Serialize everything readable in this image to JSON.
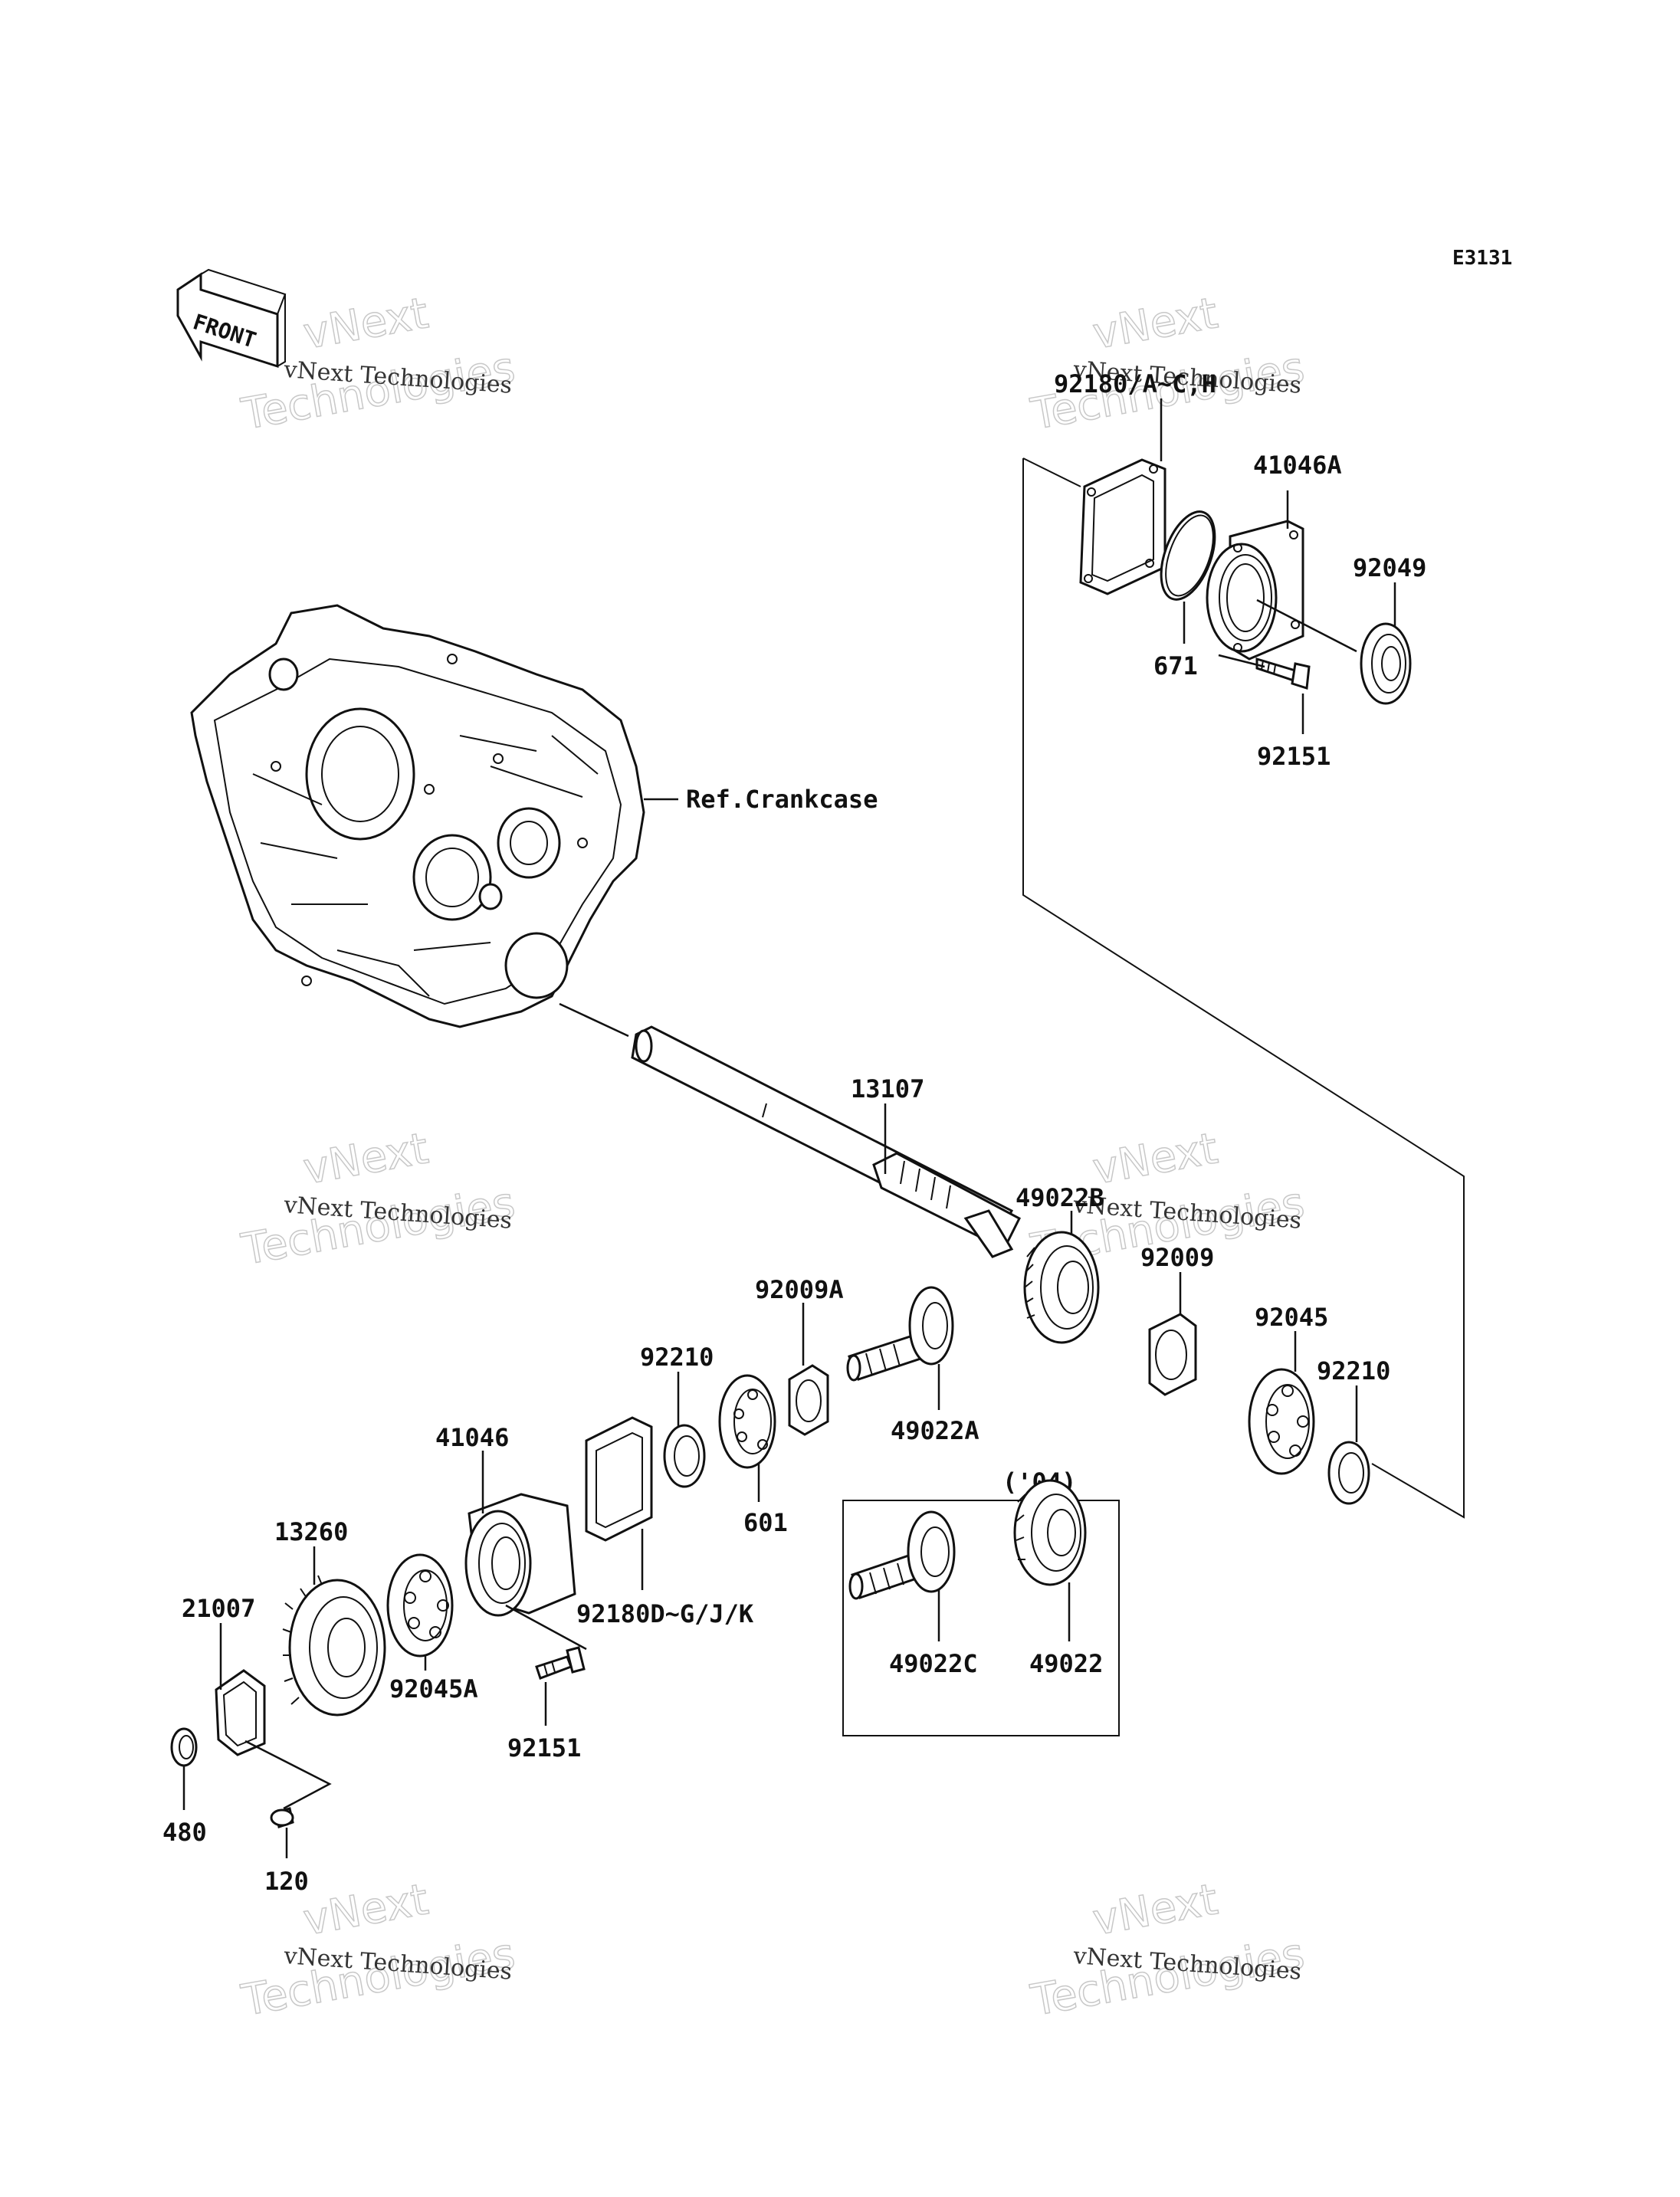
{
  "diagram_code": "E3131",
  "front_arrow_text": "FRONT",
  "ref_label": "Ref.Crankcase",
  "variant_box_label": "('04)",
  "parts": {
    "p92180_a": "92180/A~C,H",
    "p41046a": "41046A",
    "p92049": "92049",
    "p671": "671",
    "p92151_top": "92151",
    "p13107": "13107",
    "p49022b": "49022B",
    "p92009": "92009",
    "p92009a": "92009A",
    "p92045": "92045",
    "p92210_right": "92210",
    "p92210_left": "92210",
    "p49022a": "49022A",
    "p41046": "41046",
    "p601": "601",
    "p13260": "13260",
    "p92180_d": "92180D~G/J/K",
    "p21007": "21007",
    "p92045a": "92045A",
    "p92151_bottom": "92151",
    "p49022c": "49022C",
    "p49022": "49022",
    "p480": "480",
    "p120": "120"
  },
  "watermark": {
    "brand": "vNext",
    "word": "Technologies",
    "line": "vNext Technologies"
  }
}
